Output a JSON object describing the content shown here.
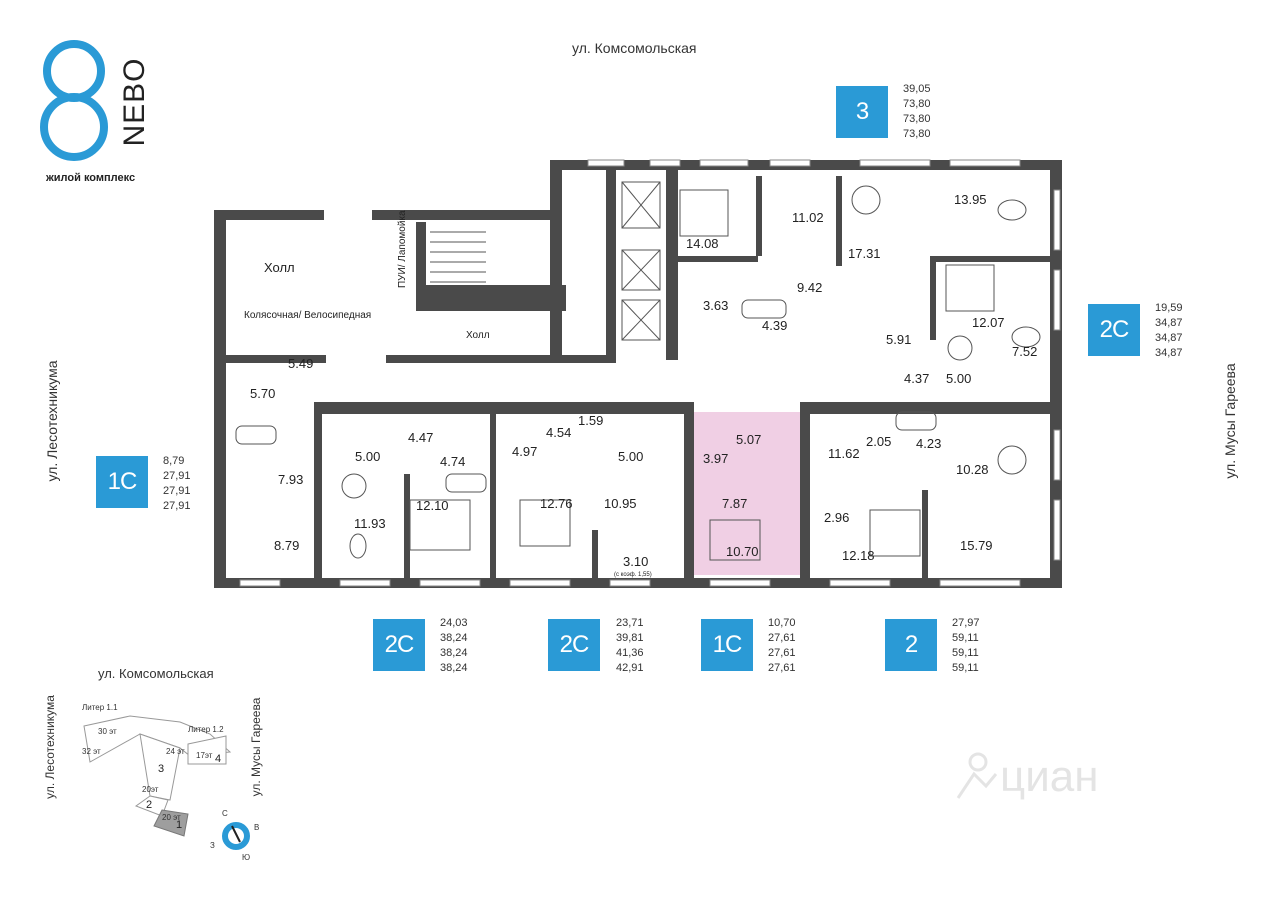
{
  "logo": {
    "mark": "8",
    "name": "NEBO",
    "subtitle": "жилой комплекс"
  },
  "streets": {
    "top": "ул. Комсомольская",
    "left": "ул. Лесотехникума",
    "right": "ул. Мусы Гареева"
  },
  "apartments": [
    {
      "type": "3",
      "areas": [
        "39,05",
        "73,80",
        "73,80",
        "73,80"
      ]
    },
    {
      "type": "2С",
      "areas": [
        "19,59",
        "34,87",
        "34,87",
        "34,87"
      ]
    },
    {
      "type": "1С",
      "areas": [
        "8,79",
        "27,91",
        "27,91",
        "27,91"
      ]
    },
    {
      "type": "2С",
      "areas": [
        "24,03",
        "38,24",
        "38,24",
        "38,24"
      ]
    },
    {
      "type": "2С",
      "areas": [
        "23,71",
        "39,81",
        "41,36",
        "42,91"
      ]
    },
    {
      "type": "1С",
      "areas": [
        "10,70",
        "27,61",
        "27,61",
        "27,61"
      ]
    },
    {
      "type": "2",
      "areas": [
        "27,97",
        "59,11",
        "59,11",
        "59,11"
      ]
    }
  ],
  "common_rooms": {
    "hall_1": "Холл",
    "stroller_room": "Колясочная/ Велосипедная",
    "hall_2": "Холл",
    "pui": "ПУИ/ Лапомойка"
  },
  "room_areas": {
    "r1408": "14.08",
    "r1102": "11.02",
    "r1731": "17.31",
    "r1395": "13.95",
    "r363": "3.63",
    "r439": "4.39",
    "r942": "9.42",
    "r591": "5.91",
    "r1207": "12.07",
    "r752": "7.52",
    "r437": "4.37",
    "r500a": "5.00",
    "r570": "5.70",
    "r549": "5.49",
    "r447": "4.47",
    "r474": "4.74",
    "r500b": "5.00",
    "r497": "4.97",
    "r454": "4.54",
    "r159": "1.59",
    "r500c": "5.00",
    "r793": "7.93",
    "r879": "8.79",
    "r1193": "11.93",
    "r1210": "12.10",
    "r1276": "12.76",
    "r1095": "10.95",
    "r310": "3.10",
    "r310_note": "(с коэф. 1,55)",
    "r507": "5.07",
    "r397": "3.97",
    "r787": "7.87",
    "r1070": "10.70",
    "r1162": "11.62",
    "r205": "2.05",
    "r423": "4.23",
    "r1028": "10.28",
    "r296": "2.96",
    "r1218": "12.18",
    "r1579": "15.79"
  },
  "minimap": {
    "street_top": "ул. Комсомольская",
    "street_left": "ул. Лесотехникума",
    "street_right": "ул. Мусы Гареева",
    "liter_1_1": "Литер 1.1",
    "liter_1_2": "Литер 1.2",
    "floors": [
      "30 эт",
      "32 эт",
      "24 эт",
      "17эт",
      "20эт",
      "20 эт"
    ],
    "sections": [
      "4",
      "3",
      "2",
      "1"
    ]
  },
  "compass": {
    "n": "С",
    "e": "В",
    "s": "Ю",
    "w": "З"
  },
  "watermark": "циан",
  "colors": {
    "accent": "#2a9ad6",
    "wall": "#4a4a4a",
    "highlight": "#f0cfe4",
    "highlighted_section": "#9e9e9e"
  }
}
